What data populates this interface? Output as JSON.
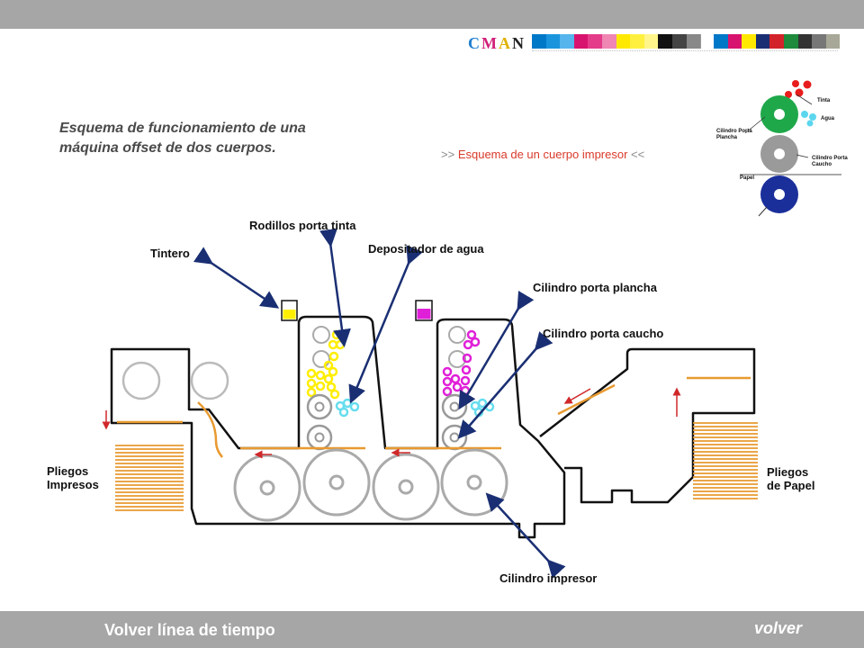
{
  "title": "Esquema de funcionamiento de una máquina offset de dos cuerpos.",
  "link": {
    "prefix": ">>",
    "text": "Esquema de un cuerpo impresor",
    "suffix": "<<"
  },
  "cmyk": {
    "c": "C",
    "m": "M",
    "a": "A",
    "n": "N"
  },
  "labels": {
    "rodillos": "Rodillos porta tinta",
    "tintero": "Tintero",
    "depositador": "Depositador de agua",
    "plancha": "Cilindro porta plancha",
    "caucho": "Cilindro porta caucho",
    "impresor": "Cilindro impresor",
    "impresos_1": "Pliegos",
    "impresos_2": "Impresos",
    "papel_1": "Pliegos",
    "papel_2": "de Papel"
  },
  "inset": {
    "tinta": "Tinta",
    "agua": "Agua",
    "plancha_1": "Cilindro Porta",
    "plancha_2": "Plancha",
    "caucho_1": "Cilindro Porta",
    "caucho_2": "Caucho",
    "papel": "Papel"
  },
  "nav": {
    "back": "Volver línea de tiempo",
    "volver": "volver"
  },
  "colors": {
    "bar": "#a6a6a6",
    "ink_yellow": "#ffee00",
    "ink_magenta": "#e020d8",
    "water": "#66ddee",
    "arrow": "#1a2f73",
    "paper": "#e89a30",
    "link": "#d93a2a"
  }
}
